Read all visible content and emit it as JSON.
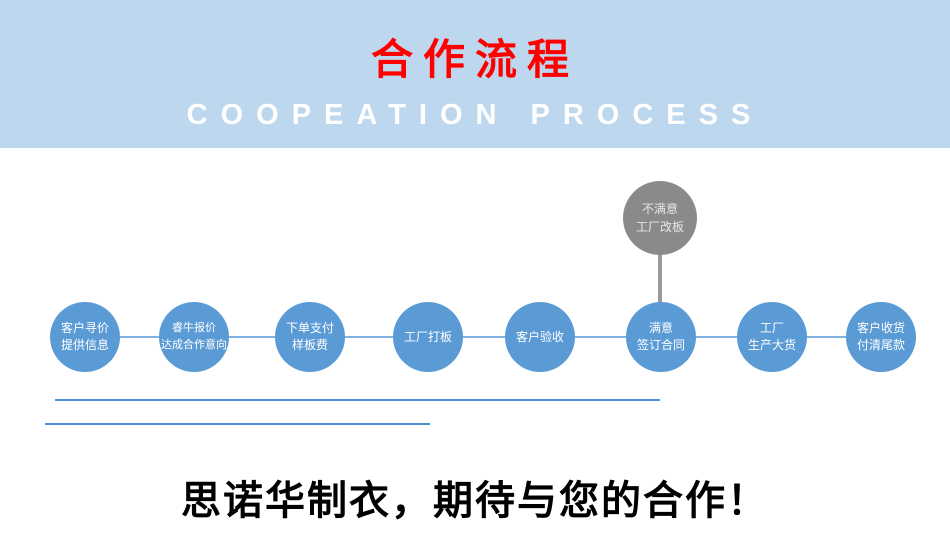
{
  "banner": {
    "title": "合作流程",
    "subtitle": "COOPEATION PROCESS"
  },
  "steps": [
    {
      "line1": "客户寻价",
      "line2": "提供信息"
    },
    {
      "line1": "睿牛报价",
      "line2": "达成合作意向"
    },
    {
      "line1": "下单支付",
      "line2": "样板费"
    },
    {
      "line1": "工厂打板",
      "line2": ""
    },
    {
      "line1": "客户验收",
      "line2": ""
    },
    {
      "line1": "满意",
      "line2": "签订合同"
    },
    {
      "line1": "工厂",
      "line2": "生产大货"
    },
    {
      "line1": "客户收货",
      "line2": "付清尾款"
    }
  ],
  "branch": {
    "line1": "不满意",
    "line2": "工厂改板"
  },
  "footer": {
    "slogan": "思诺华制衣，期待与您的合作！"
  },
  "colors": {
    "banner_bg": "#bdd7ee",
    "title_red": "#fe0000",
    "circle_blue": "#5b9bd5",
    "branch_gray": "#8a8a8a",
    "line_blue": "#4a90d9"
  }
}
